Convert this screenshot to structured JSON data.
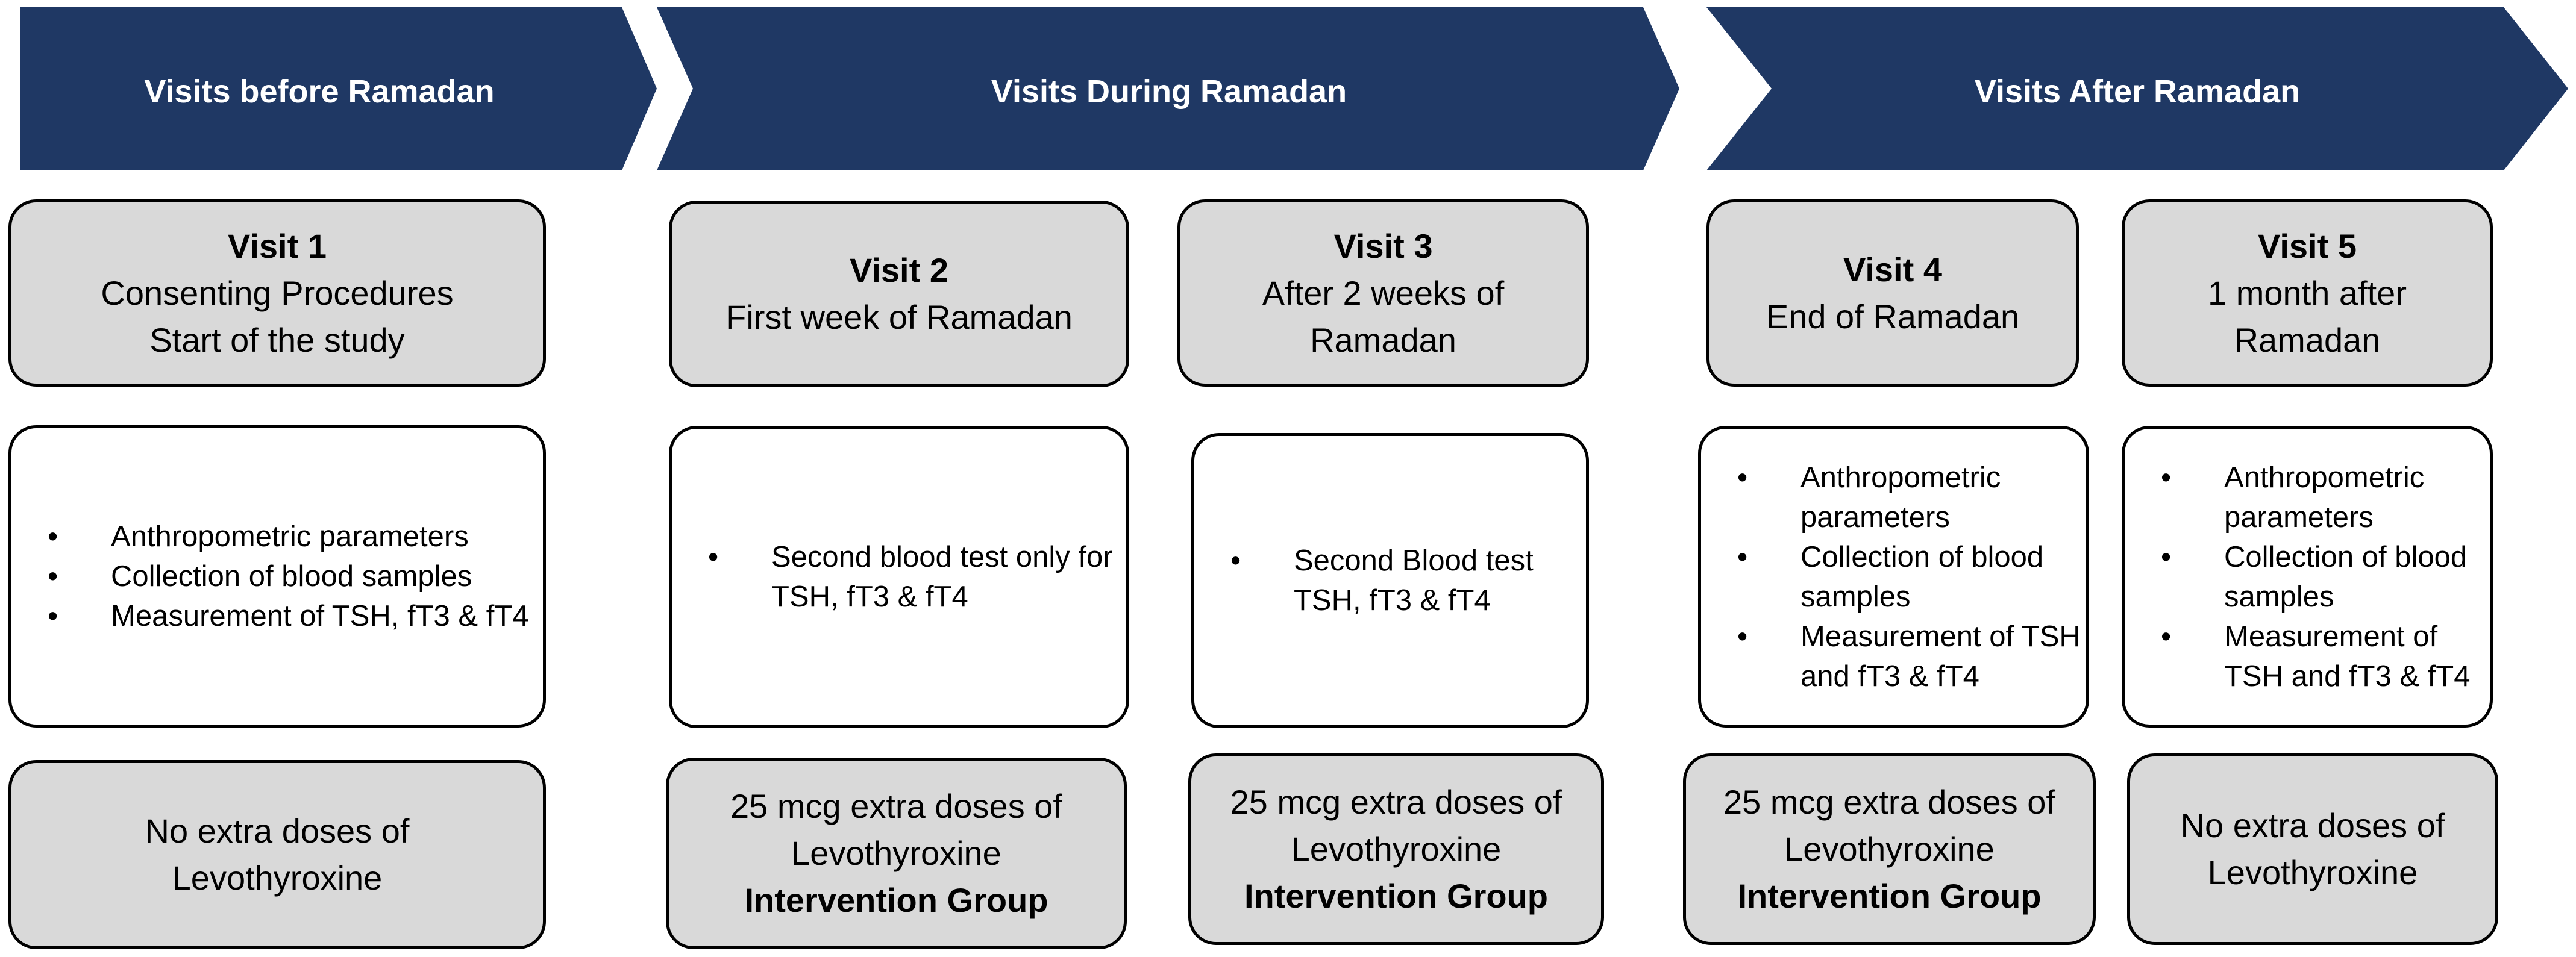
{
  "colors": {
    "phase_fill": "#1f3864",
    "box_gray": "#d9d9d9",
    "box_white": "#ffffff",
    "border": "#000000"
  },
  "phases": [
    {
      "label": "Visits before Ramadan"
    },
    {
      "label": "Visits During Ramadan"
    },
    {
      "label": "Visits After Ramadan"
    }
  ],
  "visits": [
    {
      "title": "Visit 1",
      "lines": [
        "Consenting Procedures",
        "Start of the study"
      ]
    },
    {
      "title": "Visit 2",
      "lines": [
        "First week of Ramadan"
      ]
    },
    {
      "title": "Visit 3",
      "lines": [
        "After 2 weeks of",
        "Ramadan"
      ]
    },
    {
      "title": "Visit 4",
      "lines": [
        "End of Ramadan"
      ]
    },
    {
      "title": "Visit 5",
      "lines": [
        "1 month after",
        "Ramadan"
      ]
    }
  ],
  "activities": [
    {
      "items": [
        "Anthropometric parameters",
        "Collection of blood samples",
        "Measurement of TSH, fT3 & fT4"
      ]
    },
    {
      "items": [
        "Second blood test only for TSH, fT3 & fT4"
      ]
    },
    {
      "items": [
        "Second Blood test TSH, fT3 & fT4"
      ]
    },
    {
      "items": [
        "Anthropometric parameters",
        "Collection of blood samples",
        "Measurement of TSH and fT3 & fT4"
      ]
    },
    {
      "items": [
        "Anthropometric parameters",
        "Collection of blood samples",
        "Measurement of TSH and fT3 & fT4"
      ]
    }
  ],
  "doses": [
    {
      "text": "No extra doses of Levothyroxine",
      "group": ""
    },
    {
      "text": "25 mcg extra doses of Levothyroxine",
      "group": "Intervention Group"
    },
    {
      "text": "25 mcg extra doses of Levothyroxine",
      "group": "Intervention Group"
    },
    {
      "text": "25 mcg extra doses of Levothyroxine",
      "group": "Intervention Group"
    },
    {
      "text": "No extra doses of Levothyroxine",
      "group": ""
    }
  ]
}
